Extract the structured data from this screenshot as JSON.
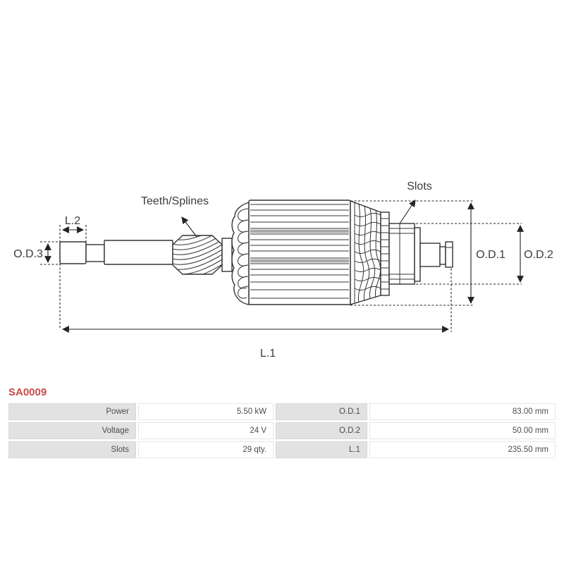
{
  "diagram": {
    "labels": {
      "teeth_splines": "Teeth/Splines",
      "slots": "Slots",
      "od3": "O.D.3",
      "l2": "L.2",
      "od1": "O.D.1",
      "od2": "O.D.2",
      "l1": "L.1"
    },
    "stroke_color": "#333333",
    "lamination_band_color": "#a9a9a9",
    "dimension_line_color": "#222222"
  },
  "part": {
    "code": "SA0009",
    "code_color": "#c94a4a"
  },
  "spec_table": {
    "rows": [
      {
        "label_left": "Power",
        "value_left": "5.50 kW",
        "label_right": "O.D.1",
        "value_right": "83.00 mm"
      },
      {
        "label_left": "Voltage",
        "value_left": "24 V",
        "label_right": "O.D.2",
        "value_right": "50.00 mm"
      },
      {
        "label_left": "Slots",
        "value_left": "29 qty.",
        "label_right": "L.1",
        "value_right": "235.50 mm"
      }
    ]
  }
}
